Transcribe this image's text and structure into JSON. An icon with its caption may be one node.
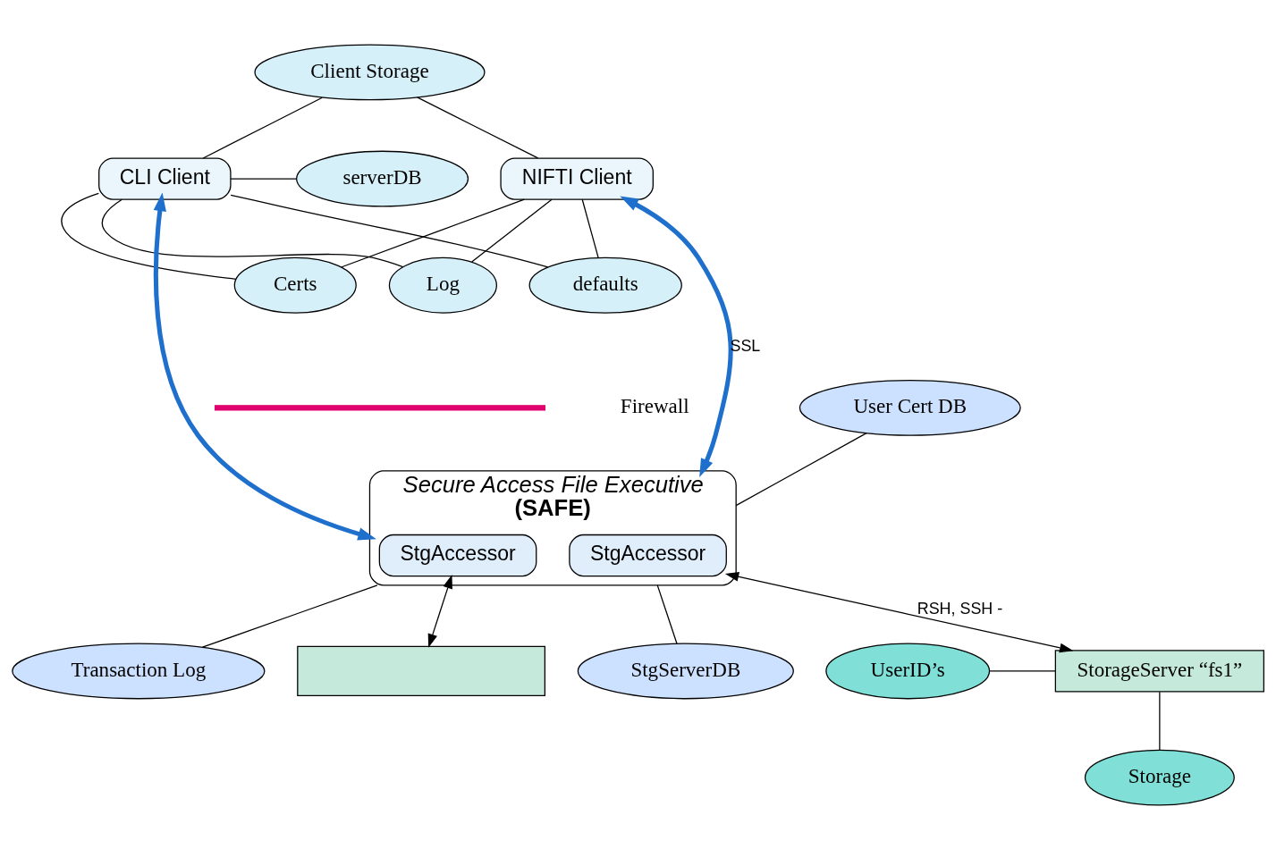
{
  "diagram": {
    "nodes": [
      {
        "text": [
          "Client Storage"
        ]
      },
      {
        "text": [
          "NIFTI Client"
        ]
      },
      {
        "text": [
          "Certs"
        ]
      },
      {
        "text": [
          "Log"
        ]
      },
      {
        "text": [
          "defaults"
        ]
      },
      {
        "text": [
          "CLI Client"
        ]
      },
      {
        "text": [
          "serverDB"
        ]
      },
      {
        "text": [
          "Secure Access File Executive",
          "(SAFE)"
        ]
      },
      {
        "text": [
          "StgAccessor"
        ],
        "in": 7
      },
      {
        "text": [
          "StgAccessor"
        ],
        "in": 7
      },
      {
        "text": [
          "User Cert DB"
        ]
      },
      {
        "text": [
          "StgServerDB"
        ]
      },
      {
        "text": [
          "Transaction Log"
        ]
      },
      {
        "text": [
          "UserID’s"
        ]
      },
      {
        "text": [
          "StorageServer “fs1”"
        ]
      },
      {
        "text": [],
        "shape": "box"
      },
      {
        "text": [
          "Storage"
        ]
      }
    ],
    "edges": [
      {
        "from": 1,
        "to": 0,
        "arrow": "none"
      },
      {
        "from": 0,
        "to": 5,
        "arrow": "none"
      },
      {
        "from": 1,
        "to": 2,
        "arrow": "none"
      },
      {
        "from": 1,
        "to": 3,
        "arrow": "none"
      },
      {
        "from": 1,
        "to": 4,
        "arrow": "none"
      },
      {
        "from": 2,
        "to": 5,
        "arrow": "none"
      },
      {
        "from": 3,
        "to": 5,
        "arrow": "none"
      },
      {
        "from": 4,
        "to": 5,
        "arrow": "none"
      },
      {
        "from": 5,
        "to": 6,
        "arrow": "none"
      },
      {
        "from": 1,
        "to": 7,
        "arrow": "both",
        "label": "SSL",
        "style": "thick",
        "color": "#1f6fcc"
      },
      {
        "from": 5,
        "to": 7,
        "arrow": "both",
        "style": "thick",
        "color": "#1f6fcc"
      },
      {
        "from": 10,
        "to": 7,
        "arrow": "none"
      },
      {
        "from": 7,
        "to": 11,
        "arrow": "none"
      },
      {
        "from": 7,
        "to": 12,
        "arrow": "none"
      },
      {
        "from": 8,
        "to": 14,
        "arrow": "both",
        "label": "RSH, SSH -"
      },
      {
        "from": 9,
        "to": 15,
        "arrow": "both"
      },
      {
        "from": 13,
        "to": 14,
        "arrow": "none"
      },
      {
        "from": 14,
        "to": 16,
        "arrow": "none"
      }
    ],
    "labels": [
      "Firewall"
    ]
  }
}
